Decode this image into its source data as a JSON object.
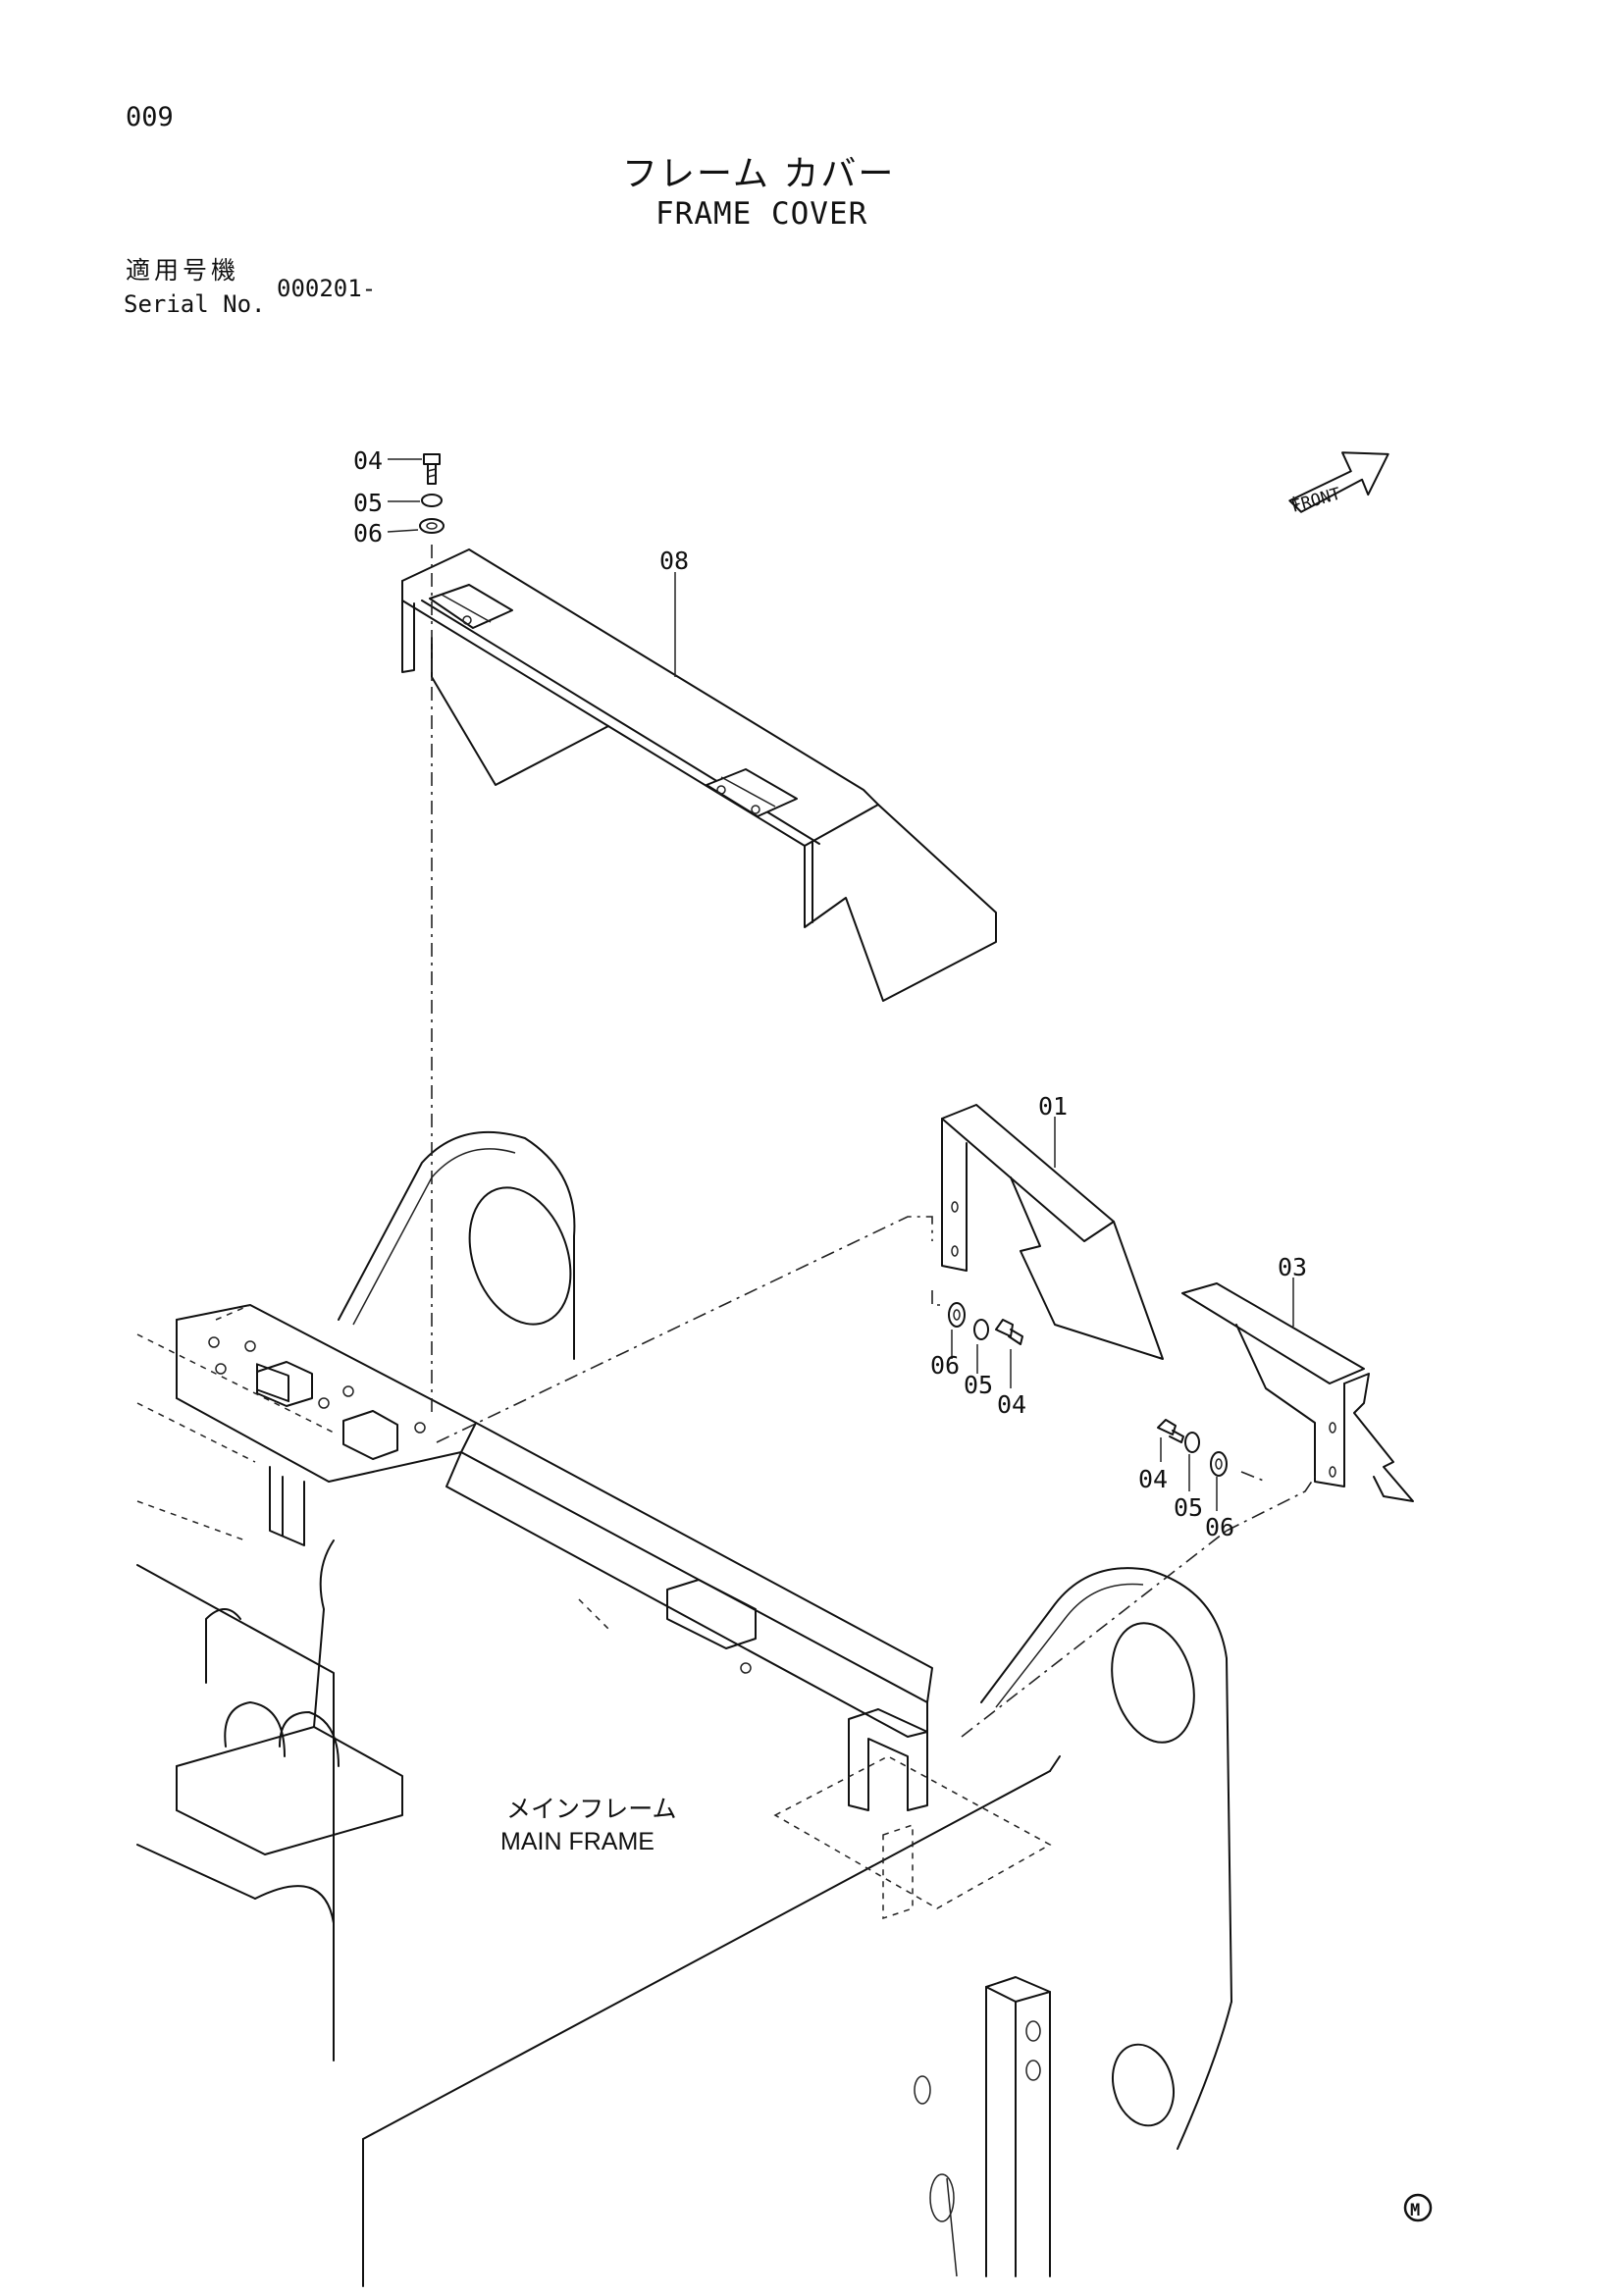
{
  "header": {
    "page_number": "009",
    "title_jp": "フレーム カバー",
    "title_en": "FRAME COVER"
  },
  "serial": {
    "label_jp": "適用号機",
    "label_en": "Serial No.",
    "value": "000201-"
  },
  "drawing": {
    "front_arrow_label": "FRONT",
    "main_frame_label_jp": "メインフレーム",
    "main_frame_label_en": "MAIN FRAME",
    "part_callouts": [
      {
        "id": "cover-08",
        "text": "08"
      },
      {
        "id": "cover-01",
        "text": "01"
      },
      {
        "id": "cover-03",
        "text": "03"
      },
      {
        "id": "top-bolt-04",
        "text": "04"
      },
      {
        "id": "top-washer-05",
        "text": "05"
      },
      {
        "id": "top-washer-06",
        "text": "06"
      },
      {
        "id": "mid-washer-06",
        "text": "06"
      },
      {
        "id": "mid-washer-05",
        "text": "05"
      },
      {
        "id": "mid-bolt-04",
        "text": "04"
      },
      {
        "id": "right-bolt-04",
        "text": "04"
      },
      {
        "id": "right-washer-05",
        "text": "05"
      },
      {
        "id": "right-washer-06",
        "text": "06"
      }
    ],
    "corner_mark": "M"
  }
}
